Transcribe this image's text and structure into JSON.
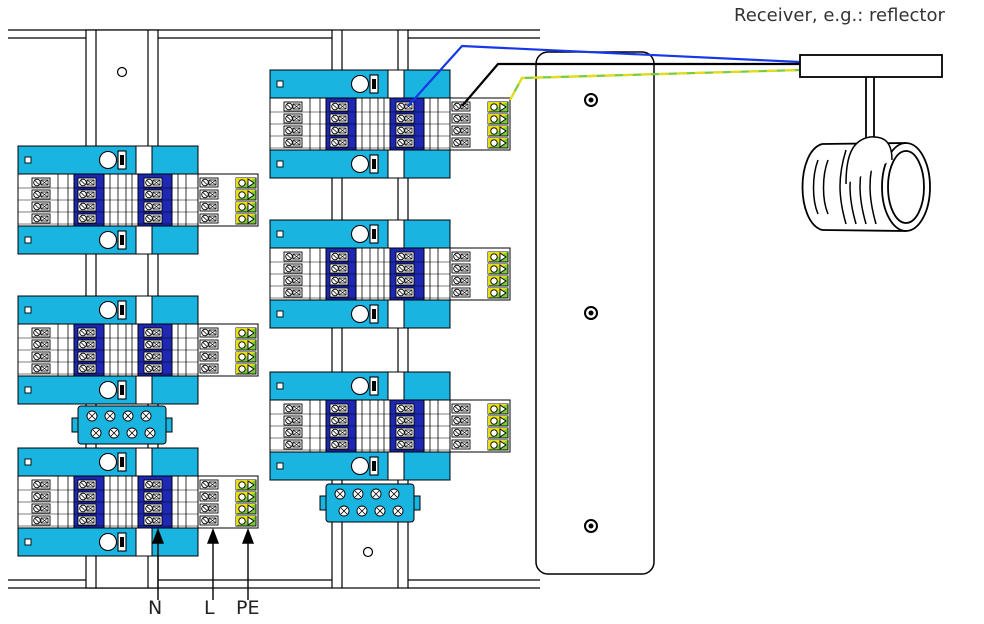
{
  "title": "",
  "labels": {
    "receiver": "Receiver, e.g.: reflector",
    "neutral": "N",
    "live": "L",
    "protective_earth": "PE"
  },
  "colors": {
    "module_body": "#1AB4E0",
    "neutral_block": "#1F28B4",
    "pe_green": "#7ACB3A",
    "pe_yellow": "#E6DC1A",
    "blue_wire": "#1638E8",
    "black_wire": "#000000",
    "gnye_wire_green": "#7ACB3A",
    "gnye_wire_yellow": "#E6DC1A",
    "outline": "#000000"
  },
  "icons": {
    "module": "terminal-module-icon",
    "distributor": "distributor-block-icon",
    "receiver": "reflector-lamp-icon",
    "screw": "mounting-screw-icon"
  }
}
